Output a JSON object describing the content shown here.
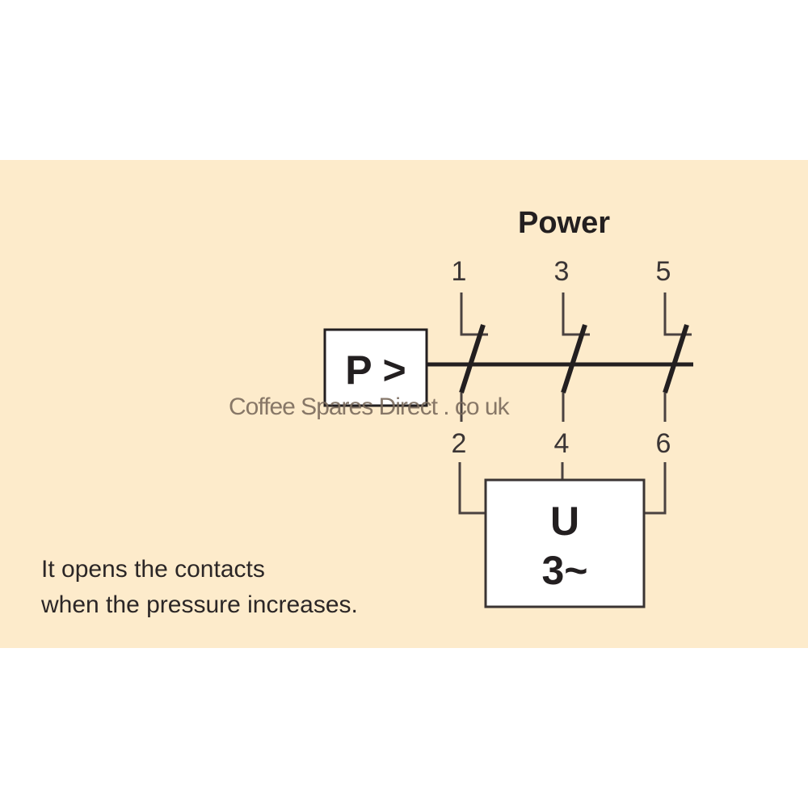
{
  "diagram": {
    "title": "Power",
    "terminals_top": [
      "1",
      "3",
      "5"
    ],
    "terminals_bottom": [
      "2",
      "4",
      "6"
    ],
    "pressure_switch_label": "P >",
    "motor_label_line1": "U",
    "motor_label_line2": "3~",
    "caption_line1": "It opens the contacts",
    "caption_line2": "when the pressure increases.",
    "watermark": "Coffee Spares Direct . co uk",
    "colors": {
      "background_band": "#fdebcb",
      "line": "#231f20",
      "thin_line": "#4a4240",
      "box_fill": "#ffffff"
    }
  }
}
